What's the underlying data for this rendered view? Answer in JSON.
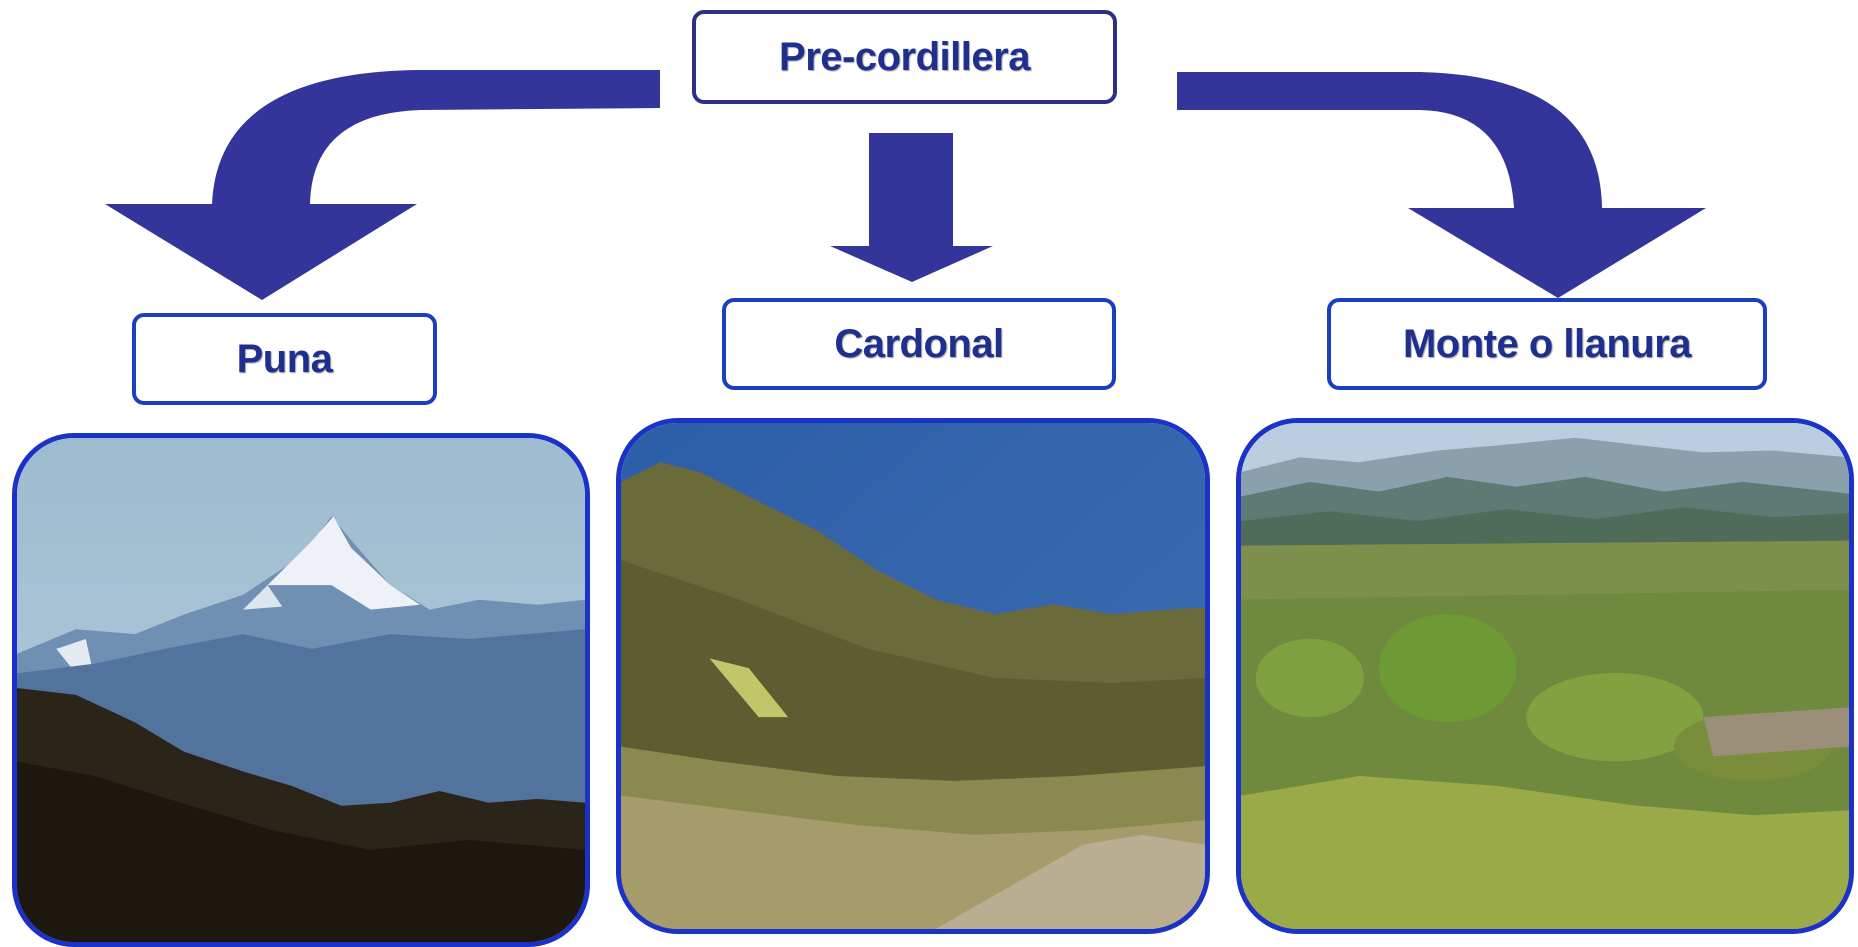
{
  "nodes": {
    "top": {
      "label": "Pre-cordillera"
    },
    "left": {
      "label": "Puna"
    },
    "middle": {
      "label": "Cardonal"
    },
    "right": {
      "label": "Monte o llanura"
    }
  },
  "colors": {
    "arrow": "#34359a",
    "box_border_top": "#2f2f88",
    "box_border": "#1a3fbf",
    "label_text": "#1f2f8f",
    "photo_border": "#1a32c8"
  },
  "photos": [
    {
      "node": "left",
      "depicts": "snowy-mountain-peak"
    },
    {
      "node": "middle",
      "depicts": "hillside-with-dirt-road"
    },
    {
      "node": "right",
      "depicts": "shrubland-plain-with-mountains"
    }
  ]
}
